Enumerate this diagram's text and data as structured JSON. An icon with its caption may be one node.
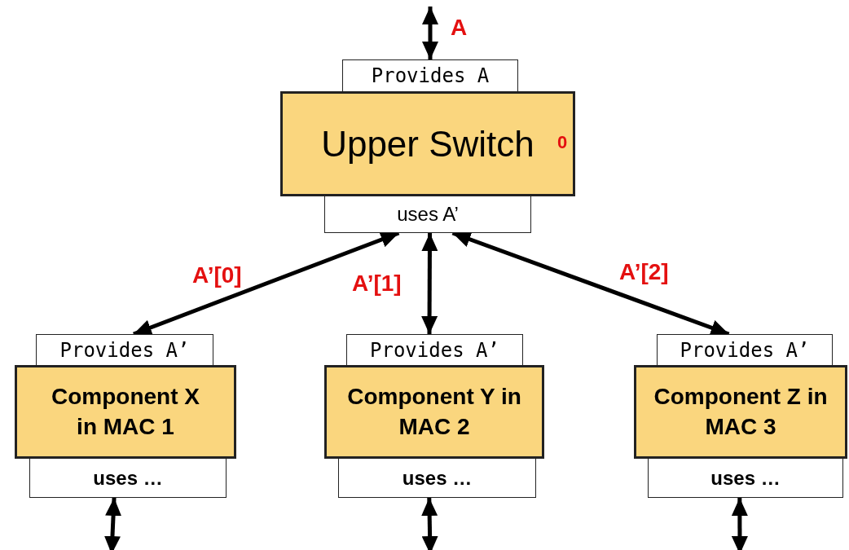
{
  "diagram": {
    "nodes": [
      {
        "text": [
          "Provides A"
        ]
      },
      {
        "text": [
          "Upper Switch"
        ]
      },
      {
        "text": [
          "uses A’"
        ]
      },
      {
        "text": [
          "Provides A’"
        ]
      },
      {
        "text": [
          "Component X in MAC 1"
        ]
      },
      {
        "text": [
          "uses …"
        ]
      },
      {
        "text": [
          "Provides A’"
        ]
      },
      {
        "text": [
          "Component Y in MAC 2"
        ]
      },
      {
        "text": [
          "uses …"
        ]
      },
      {
        "text": [
          "Provides A’"
        ]
      },
      {
        "text": [
          "Component Z in MAC 3"
        ]
      },
      {
        "text": [
          "uses …"
        ]
      }
    ],
    "edges": [
      {
        "from": null,
        "to": 0,
        "arrow": "both",
        "label": "A"
      },
      {
        "from": 2,
        "to": 3,
        "arrow": "both",
        "label": "A’[0]"
      },
      {
        "from": 2,
        "to": 6,
        "arrow": "both",
        "label": "A’[1]"
      },
      {
        "from": 2,
        "to": 9,
        "arrow": "both",
        "label": "A’[2]"
      },
      {
        "from": 5,
        "to": null,
        "arrow": "both"
      },
      {
        "from": 8,
        "to": null,
        "arrow": "both"
      },
      {
        "from": 11,
        "to": null,
        "arrow": "both"
      }
    ],
    "labels": [
      "0"
    ]
  }
}
